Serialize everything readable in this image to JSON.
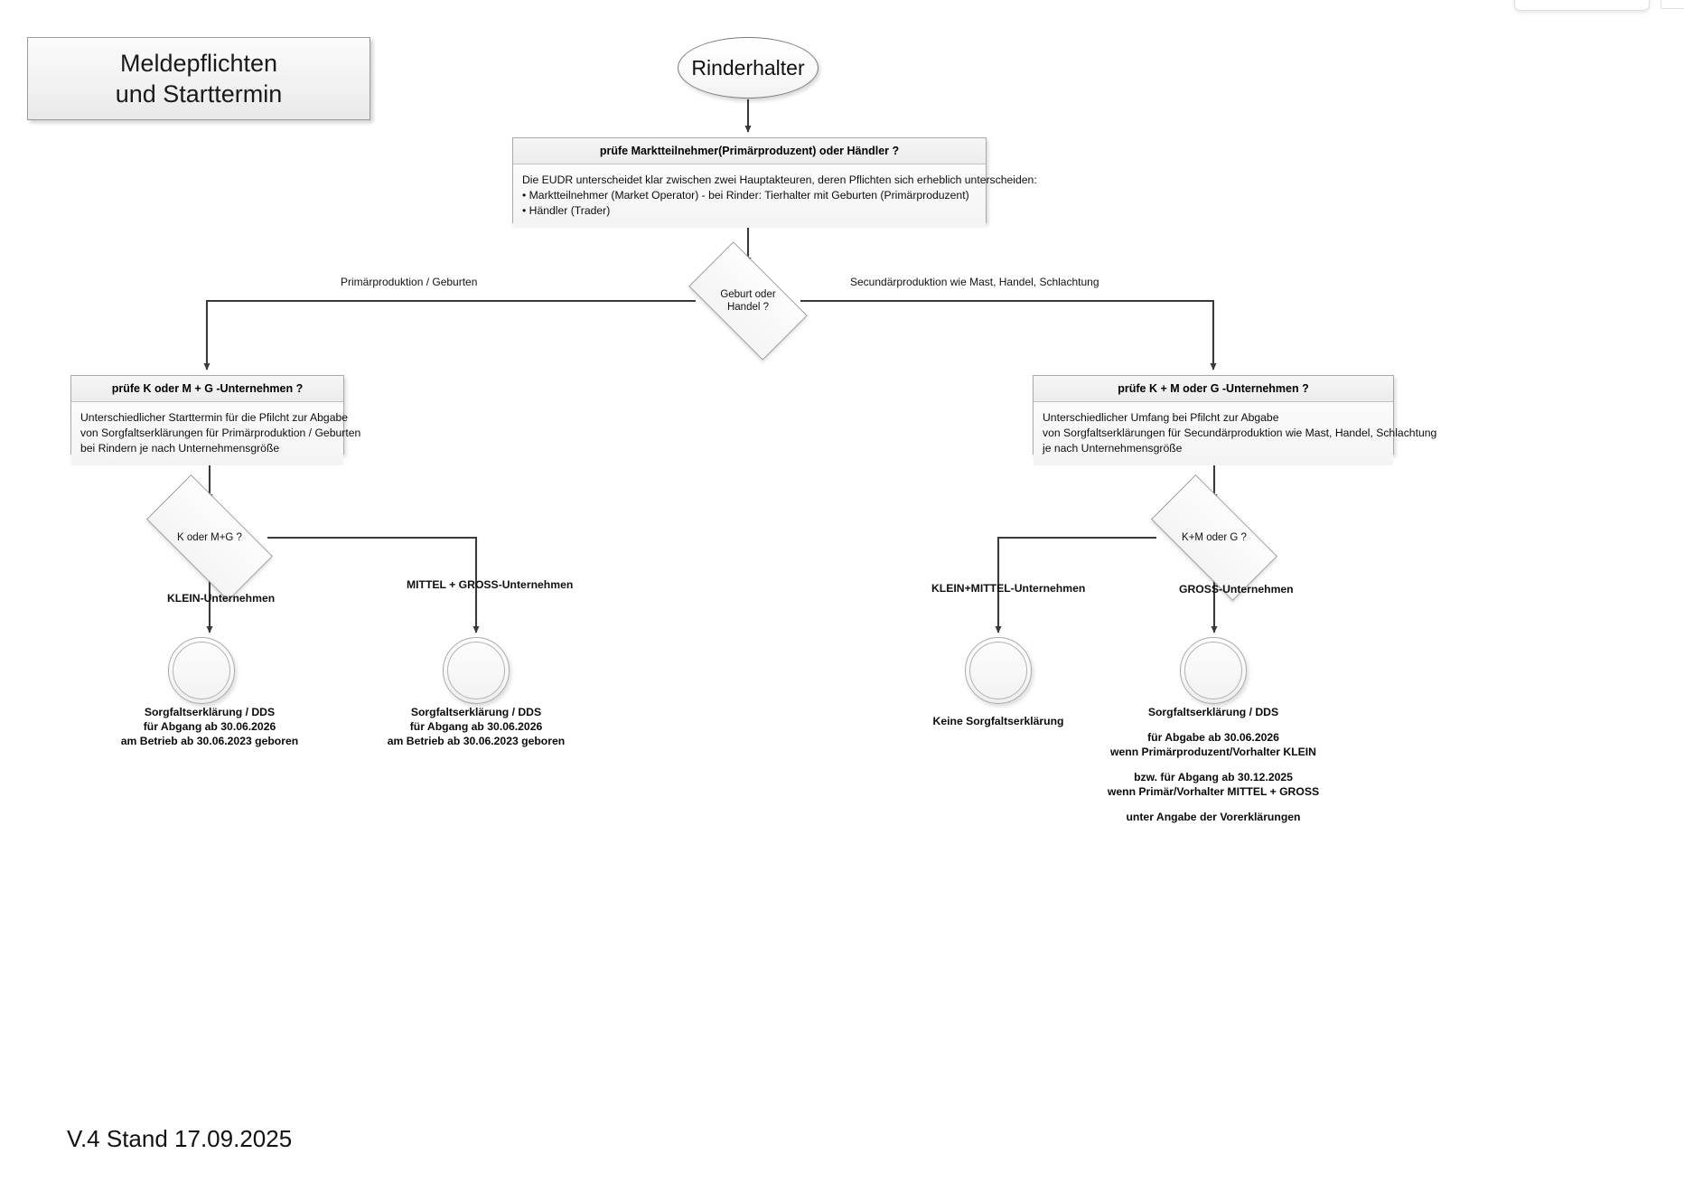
{
  "title_box": {
    "line1": "Meldepflichten",
    "line2": "und Starttermin"
  },
  "start_node": {
    "label": "Rinderhalter"
  },
  "process_main": {
    "header": "prüfe Marktteilnehmer(Primärproduzent) oder Händler ?",
    "body_line1": "Die EUDR unterscheidet klar zwischen zwei Hauptakteuren, deren Pflichten sich erheblich unterscheiden:",
    "body_line2": "• Marktteilnehmer (Market Operator) - bei Rinder: Tierhalter mit Geburten (Primärproduzent)",
    "body_line3": "• Händler (Trader)"
  },
  "decision_top": {
    "line1": "Geburt oder",
    "line2": "Handel ?",
    "branch_left": "Primärproduktion / Geburten",
    "branch_right": "Secundärproduktion wie Mast, Handel, Schlachtung"
  },
  "process_left": {
    "header": "prüfe K oder M + G -Unternehmen ?",
    "body_line1": "Unterschiedlicher Starttermin für die Pfilcht zur Abgabe",
    "body_line2": "von Sorgfaltserklärungen für Primärproduktion / Geburten",
    "body_line3": "bei Rindern je nach Unternehmensgröße"
  },
  "process_right": {
    "header": "prüfe K + M oder G -Unternehmen ?",
    "body_line1": "Unterschiedlicher Umfang bei Pfilcht zur Abgabe",
    "body_line2": "von Sorgfaltserklärungen für Secundärproduktion wie Mast, Handel, Schlachtung",
    "body_line3": "je nach Unternehmensgröße"
  },
  "decision_left": {
    "label": "K oder M+G ?",
    "branch_left": "KLEIN-Unternehmen",
    "branch_right": "MITTEL + GROSS-Unternehmen"
  },
  "decision_right": {
    "label": "K+M oder G ?",
    "branch_left": "KLEIN+MITTEL-Unternehmen",
    "branch_right": "GROSS-Unternehmen"
  },
  "terminal_left_klein": {
    "line1": "Sorgfaltserklärung / DDS",
    "line2": "für Abgang ab 30.06.2026",
    "line3": "am Betrieb ab 30.06.2023 geboren"
  },
  "terminal_left_mittelgross": {
    "line1": "Sorgfaltserklärung / DDS",
    "line2": "für Abgang ab 30.06.2026",
    "line3": "am Betrieb ab 30.06.2023 geboren"
  },
  "terminal_right_kleinmittel": {
    "line1": "Keine Sorgfaltserklärung"
  },
  "terminal_right_gross": {
    "line1": "Sorgfaltserklärung / DDS",
    "line2": "für Abgabe ab 30.06.2026",
    "line3": "wenn Primärproduzent/Vorhalter KLEIN",
    "line4": "bzw. für Abgang ab 30.12.2025",
    "line5": "wenn Primär/Vorhalter MITTEL + GROSS",
    "line6": "unter Angabe der Vorerklärungen"
  },
  "footer": {
    "version": "V.4 Stand 17.09.2025"
  },
  "colors": {
    "line": "#404040",
    "box_border": "#a9a9a9",
    "box_fill": "#f7f7f7",
    "page_bg": "#ffffff",
    "text": "#000000"
  }
}
